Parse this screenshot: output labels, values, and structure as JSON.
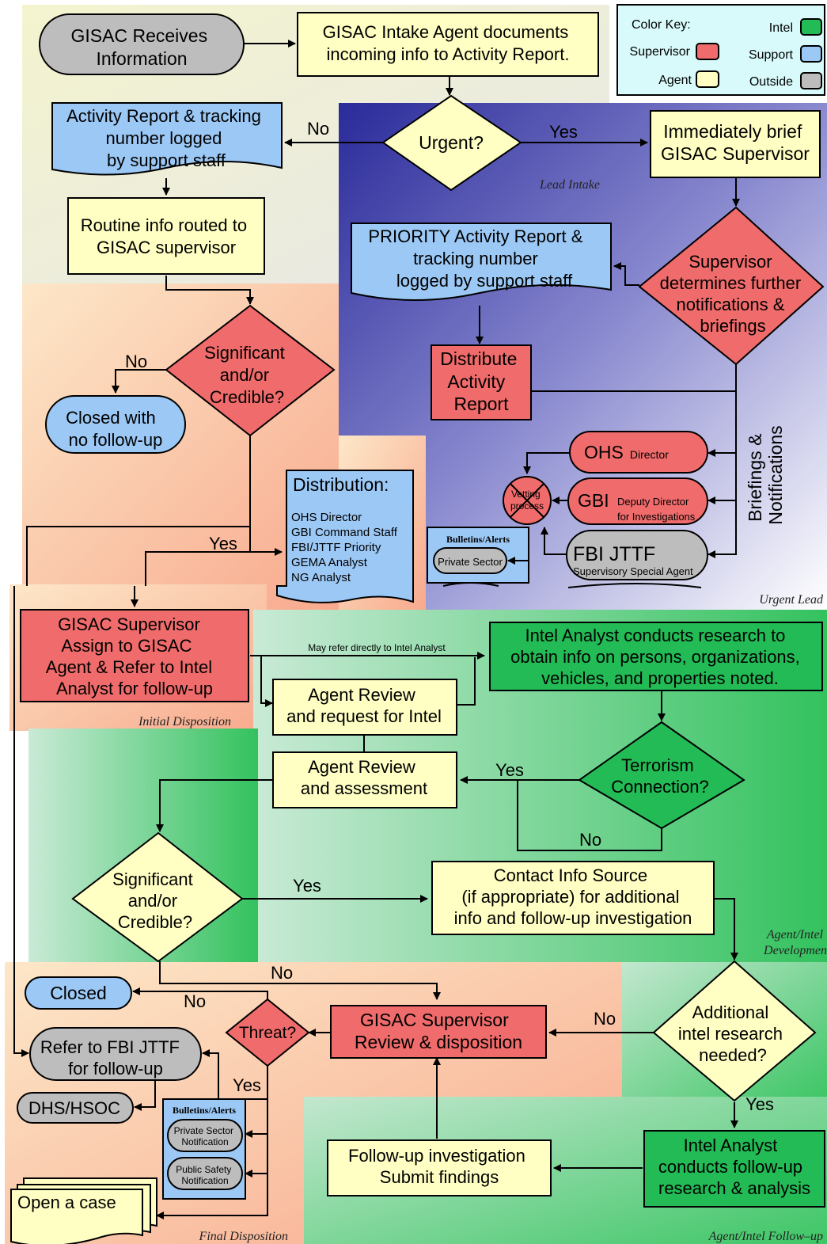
{
  "colors": {
    "intel": "#22bb55",
    "supervisor": "#f06b6b",
    "support": "#9cc8f5",
    "agent": "#ffffc4",
    "outside": "#bdbdbd",
    "key_bg": "#d8fafa"
  },
  "legend": {
    "title": "Color Key:",
    "intel": "Intel",
    "supervisor": "Supervisor",
    "support": "Support",
    "agent": "Agent",
    "outside": "Outside"
  },
  "sections": {
    "lead_intake": "Lead Intake",
    "urgent_lead": "Urgent Lead",
    "initial_disposition": "Initial Disposition",
    "agent_intel_development": [
      "Agent/Intel",
      "Developmen"
    ],
    "final_disposition": "Final Disposition",
    "agent_intel_followup": "Agent/Intel Follow–up"
  },
  "nodes": {
    "receives": [
      "GISAC Receives",
      "Information"
    ],
    "intake_agent": [
      "GISAC Intake Agent documents",
      "incoming info to Activity Report."
    ],
    "urgent": "Urgent?",
    "activity_report": [
      "Activity Report & tracking",
      "number logged",
      "by support staff"
    ],
    "routine": [
      "Routine info routed to",
      "GISAC supervisor"
    ],
    "brief_supervisor": [
      "Immediately brief",
      "GISAC Supervisor"
    ],
    "supervisor_determines": [
      "Supervisor",
      "determines further",
      "notifications &",
      "briefings"
    ],
    "priority_report": [
      "PRIORITY Activity Report &",
      "tracking number",
      "logged by support staff"
    ],
    "distribute": [
      "Distribute",
      "Activity",
      "Report"
    ],
    "significant_1": [
      "Significant",
      "and/or",
      "Credible?"
    ],
    "closed_no_followup": [
      "Closed with",
      "no follow-up"
    ],
    "distribution_title": "Distribution:",
    "distribution_items": [
      "OHS Director",
      "GBI Command Staff",
      "FBI/JTTF Priority",
      "GEMA Analyst",
      "NG Analyst"
    ],
    "ohs": {
      "main": "OHS",
      "sub": "Director"
    },
    "gbi": {
      "main": "GBI",
      "sub": [
        "Deputy Director",
        "for Investigations"
      ]
    },
    "fbi_jttf": {
      "main": "FBI JTTF",
      "sub": "Supervisory Special Agent"
    },
    "vetting": [
      "Vetting",
      "process"
    ],
    "briefings_label": [
      "Briefings &",
      "Notifications"
    ],
    "bulletins_1_title": "Bulletins/Alerts",
    "bulletins_1_item": "Private Sector",
    "assign": [
      "GISAC Supervisor",
      "Assign to GISAC",
      "Agent & Refer to Intel",
      "Analyst for follow-up"
    ],
    "may_refer": "May refer directly to Intel Analyst",
    "agent_review_request": [
      "Agent Review",
      "and request for Intel"
    ],
    "intel_research": [
      "Intel Analyst conducts research to",
      "obtain info on persons, organizations,",
      "vehicles, and properties noted."
    ],
    "agent_review_assess": [
      "Agent Review",
      "and assessment"
    ],
    "terrorism": [
      "Terrorism",
      "Connection?"
    ],
    "significant_2": [
      "Significant",
      "and/or",
      "Credible?"
    ],
    "contact_source": [
      "Contact Info Source",
      "(if appropriate) for additional",
      "info and follow-up investigation"
    ],
    "closed": "Closed",
    "threat": "Threat?",
    "review_disposition": [
      "GISAC Supervisor",
      "Review & disposition"
    ],
    "additional_intel": [
      "Additional",
      "intel research",
      "needed?"
    ],
    "refer_fbi": [
      "Refer to FBI JTTF",
      "for follow-up"
    ],
    "dhs": "DHS/HSOC",
    "bulletins_2_title": "Bulletins/Alerts",
    "bulletins_2_items": [
      [
        "Private Sector",
        "Notification"
      ],
      [
        "Public Safety",
        "Notification"
      ]
    ],
    "open_case": "Open a case",
    "followup_investigation": [
      "Follow-up investigation",
      "Submit findings"
    ],
    "intel_followup": [
      "Intel Analyst",
      "conducts follow-up",
      "research & analysis"
    ]
  },
  "edge_labels": {
    "yes": "Yes",
    "no": "No"
  }
}
